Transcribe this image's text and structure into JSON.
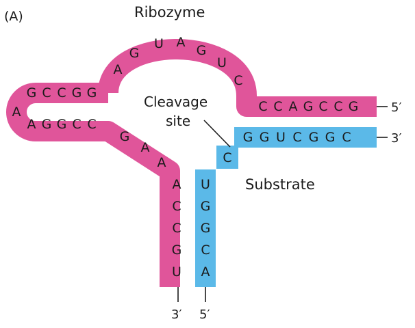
{
  "panel_label": "(A)",
  "ribozyme": {
    "label": "Ribozyme",
    "color": "#e0559a",
    "top_strand": [
      "G",
      "C",
      "C",
      "G",
      "G"
    ],
    "loop_tip": "A",
    "lower_strand": [
      "A",
      "G",
      "G",
      "C",
      "C"
    ],
    "arc": [
      "A",
      "G",
      "U",
      "A",
      "G",
      "U",
      "C"
    ],
    "right_strand": [
      "C",
      "C",
      "A",
      "G",
      "C",
      "C",
      "G"
    ],
    "diagonal": [
      "G",
      "A",
      "A"
    ],
    "vertical": [
      "A",
      "C",
      "C",
      "G",
      "U"
    ]
  },
  "substrate": {
    "label": "Substrate",
    "color": "#5bb9e8",
    "right_strand": [
      "G",
      "G",
      "U",
      "C",
      "G",
      "G",
      "C"
    ],
    "step": "C",
    "vertical": [
      "U",
      "G",
      "G",
      "C",
      "A"
    ]
  },
  "cleavage_label": {
    "line1": "Cleavage",
    "line2": "site"
  },
  "ends": {
    "ribozyme_right": "5′",
    "substrate_right": "3′",
    "ribozyme_bottom": "3′",
    "substrate_bottom": "5′"
  }
}
